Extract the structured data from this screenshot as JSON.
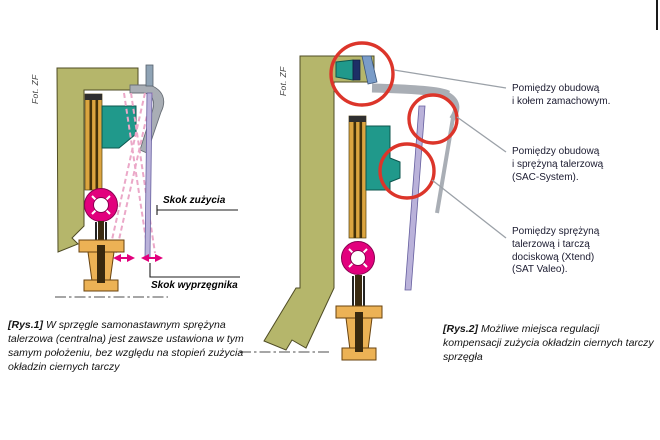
{
  "figure1": {
    "credit": "Fot. ZF",
    "labels": {
      "wear": "Skok zużycia",
      "release": "Skok wyprzęgnika"
    },
    "caption": {
      "tag": "[Rys.1]",
      "text": "W sprzęgle samonastawnym sprężyna talerzowa (centralna) jest zawsze ustawiona w tym samym położeniu, bez względu na stopień zużycia okładzin ciernych tarczy"
    }
  },
  "figure2": {
    "credit": "Fot. ZF",
    "callouts": {
      "flywheel": [
        "Pomiędzy obudową",
        "i kołem zamachowym."
      ],
      "sac": [
        "Pomiędzy obudową",
        "i sprężyną talerzową",
        "(SAC-System)."
      ],
      "sat": [
        "Pomiędzy sprężyną",
        "talerzową i tarczą",
        "dociskową (Xtend)",
        "(SAT Valeo)."
      ]
    },
    "caption": {
      "tag": "[Rys.2]",
      "text": "Możliwe miejsca regulacji kompensacji zużycia okładzin ciernych tarczy sprzęgła"
    }
  },
  "colors": {
    "flywheel": "#b5b66b",
    "pressure_plate": "#20998b",
    "spring_pink": "#e2007d",
    "hub_orange": "#ecb255",
    "housing_gray": "#a9aeb5",
    "rod_purple": "#bab2da",
    "highlight_red": "#dc352a"
  }
}
